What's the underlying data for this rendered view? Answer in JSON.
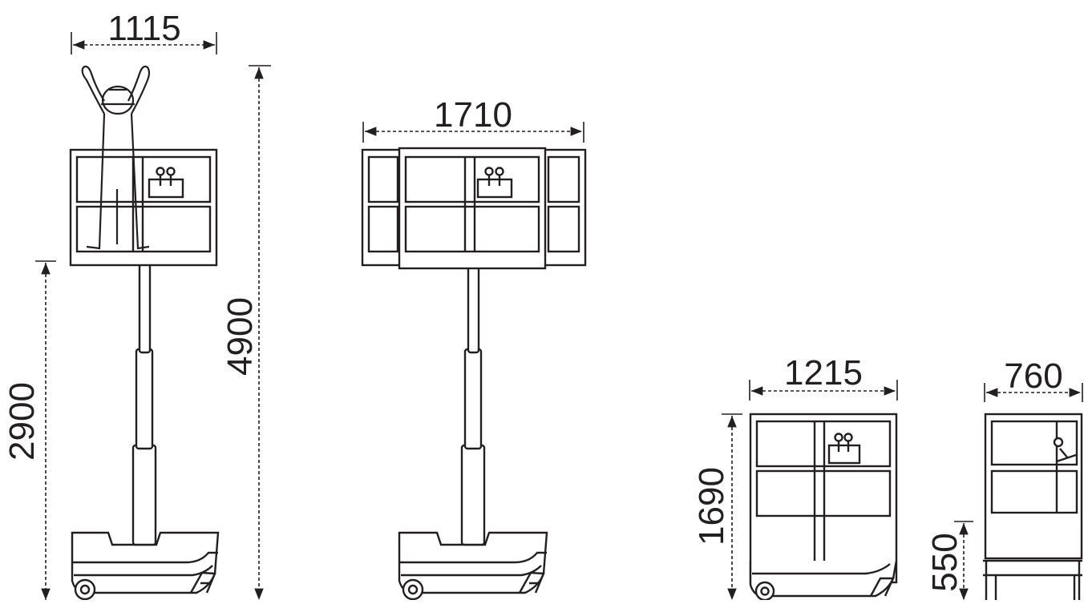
{
  "colors": {
    "line": "#231f20",
    "body_fill": "#f4f4f4",
    "background": "#ffffff"
  },
  "dimensions": {
    "raised_width": "1115",
    "raised_extended_width": "1710",
    "platform_height": "2900",
    "working_height": "4900",
    "stowed_width": "1215",
    "stowed_height": "1690",
    "side_width": "760",
    "side_height": "550"
  },
  "figures": [
    {
      "id": "raised-front-with-operator",
      "label_keys": [
        "raised_width",
        "platform_height",
        "working_height"
      ]
    },
    {
      "id": "raised-front-extended",
      "label_keys": [
        "raised_extended_width"
      ]
    },
    {
      "id": "stowed-front",
      "label_keys": [
        "stowed_width",
        "stowed_height"
      ]
    },
    {
      "id": "stowed-side",
      "label_keys": [
        "side_width",
        "side_height"
      ]
    }
  ]
}
